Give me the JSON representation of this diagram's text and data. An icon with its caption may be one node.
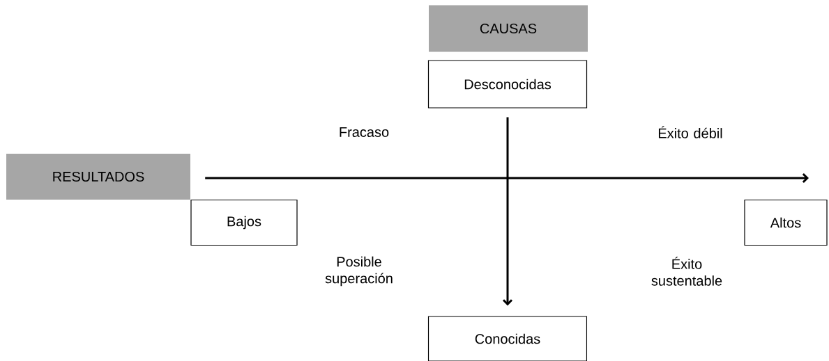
{
  "diagram": {
    "nodes": [
      {
        "text": [
          "CAUSAS"
        ]
      },
      {
        "text": [
          "Desconocidas"
        ]
      },
      {
        "text": [
          "RESULTADOS"
        ]
      },
      {
        "text": [
          "Bajos"
        ]
      },
      {
        "text": [
          "Altos"
        ]
      },
      {
        "text": [
          "Conocidas"
        ]
      }
    ],
    "edges": [
      {
        "from": 1,
        "to": 5,
        "arrow": "to"
      },
      {
        "from": 2,
        "to": null,
        "arrow": "to"
      }
    ],
    "labels": [
      "Fracaso",
      "Éxito débil",
      "Posible superación",
      "Éxito sustentable"
    ]
  }
}
